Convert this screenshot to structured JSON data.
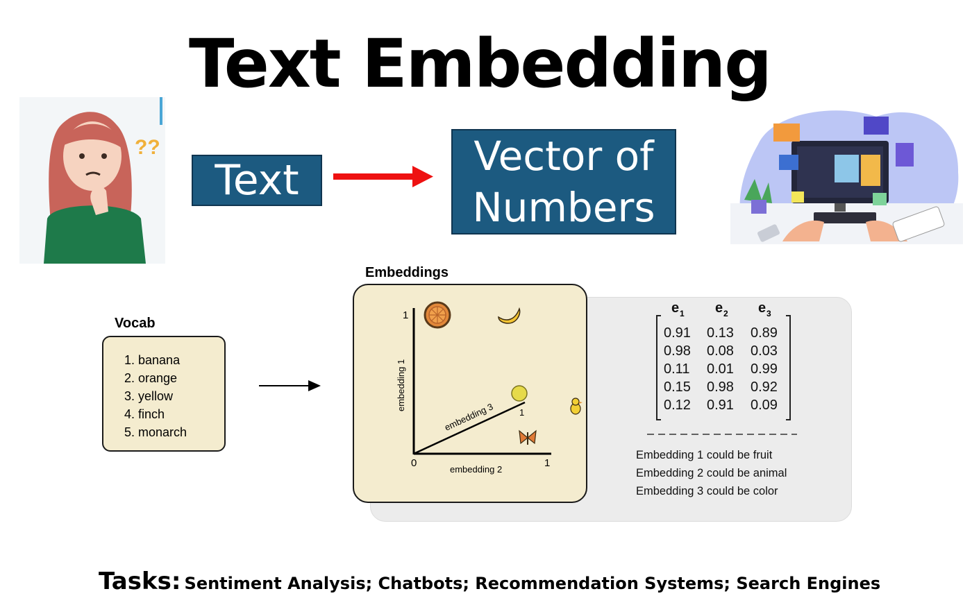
{
  "title": "Text Embedding",
  "flow": {
    "input_label": "Text",
    "output_label_line1": "Vector of",
    "output_label_line2": "Numbers"
  },
  "vocab": {
    "title": "Vocab",
    "items": [
      "1. banana",
      "2. orange",
      "3. yellow",
      "4. finch",
      "5. monarch"
    ]
  },
  "embeddings": {
    "title": "Embeddings",
    "axis_y_label": "embedding 1",
    "axis_x_label": "embedding 2",
    "axis_z_label": "embedding 3",
    "tick_y_max": "1",
    "tick_x_max": "1",
    "tick_z_max": "1",
    "tick_origin": "0"
  },
  "matrix": {
    "headers": [
      "e",
      "e",
      "e"
    ],
    "header_subscripts": [
      "1",
      "2",
      "3"
    ],
    "rows": [
      [
        "0.91",
        "0.13",
        "0.89"
      ],
      [
        "0.98",
        "0.08",
        "0.03"
      ],
      [
        "0.11",
        "0.01",
        "0.99"
      ],
      [
        "0.15",
        "0.98",
        "0.92"
      ],
      [
        "0.12",
        "0.91",
        "0.09"
      ]
    ]
  },
  "descriptions": [
    "Embedding 1 could be fruit",
    "Embedding 2 could be animal",
    "Embedding 3 could be color"
  ],
  "tasks": {
    "label": "Tasks:",
    "text": "Sentiment Analysis; Chatbots; Recommendation Systems; Search Engines"
  },
  "colors": {
    "box_blue": "#1c5a80",
    "arrow_red": "#ee1111",
    "panel_beige": "#f4eccf",
    "panel_gray": "#ececec"
  },
  "icons": [
    "confused-woman-illustration",
    "computer-workspace-illustration",
    "orange-icon",
    "banana-icon",
    "yellow-circle-icon",
    "finch-icon",
    "butterfly-icon"
  ]
}
